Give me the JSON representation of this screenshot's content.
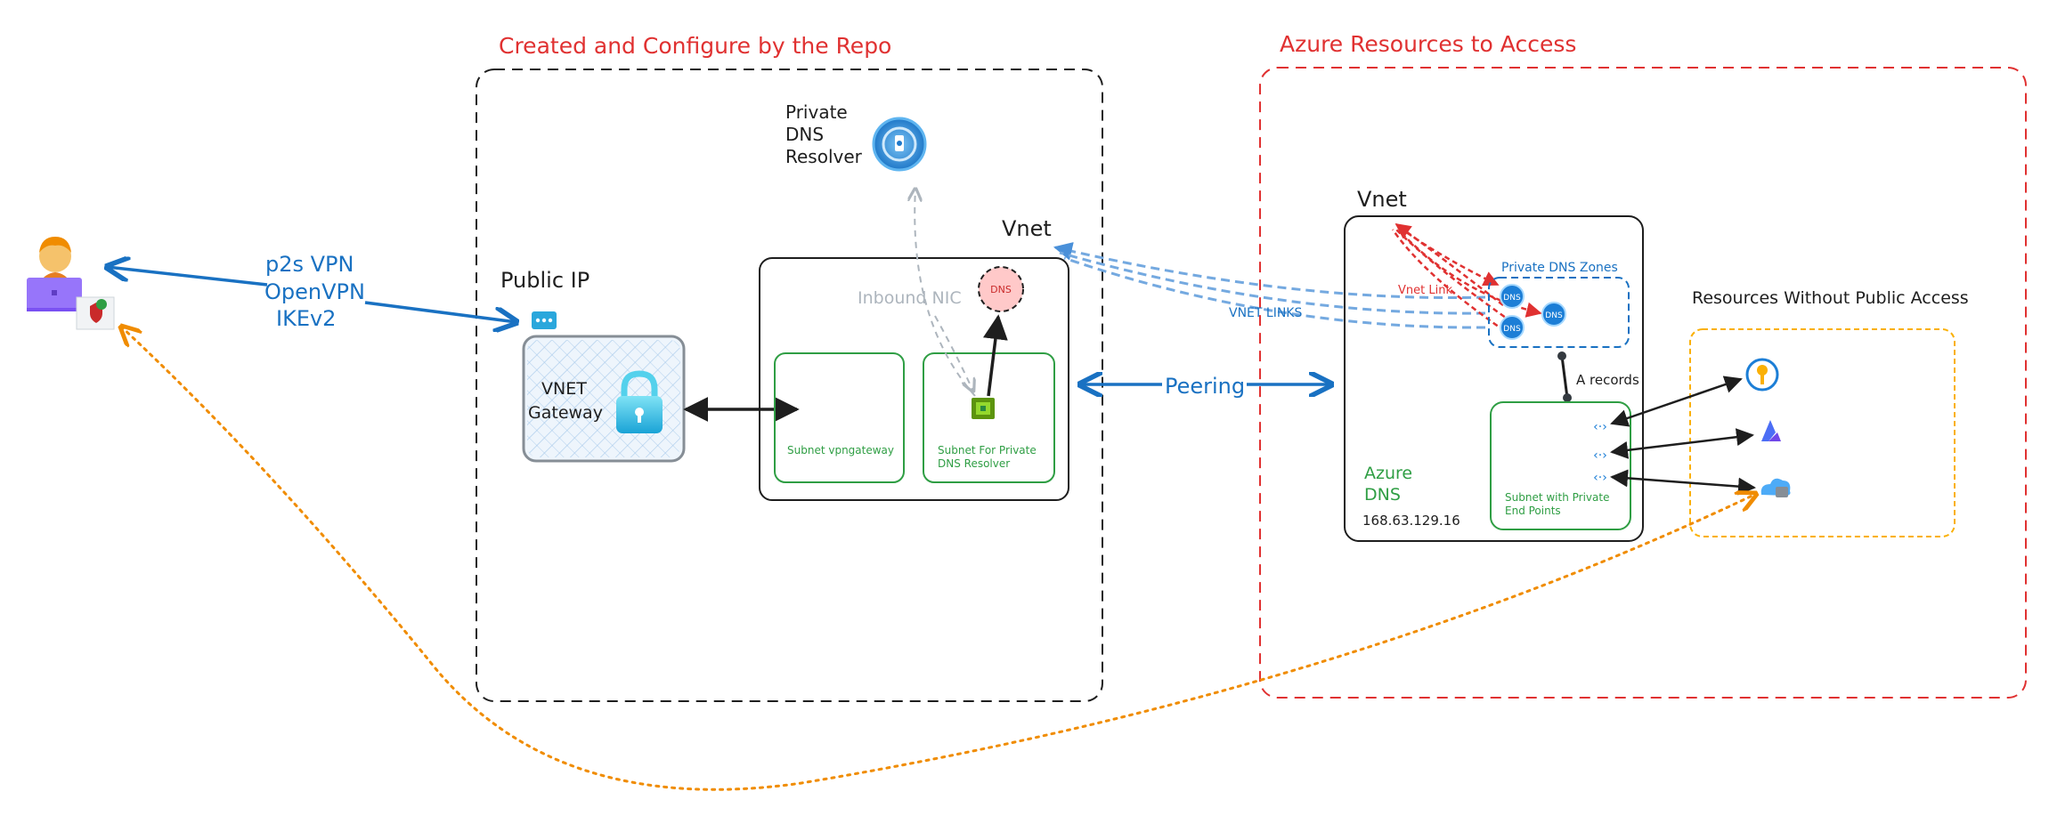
{
  "repo_group": {
    "title": "Created and Configure by the Repo",
    "color": "#e03131"
  },
  "azure_group": {
    "title": "Azure Resources to Access",
    "color": "#e03131"
  },
  "private_dns_resolver": {
    "label_line1": "Private",
    "label_line2": "DNS",
    "label_line3": "Resolver"
  },
  "public_ip": {
    "label": "Public IP"
  },
  "vnet_gateway": {
    "label_line1": "VNET",
    "label_line2": "Gateway"
  },
  "vpn": {
    "line1": "p2s VPN",
    "line2": "OpenVPN",
    "line3": "IKEv2",
    "color": "#1971c2"
  },
  "left_vnet": {
    "label": "Vnet",
    "inbound_nic": "Inbound NIC",
    "dns_badge": "DNS",
    "subnet_vpngateway": "Subnet vpngateway",
    "subnet_resolver_line1": "Subnet For Private",
    "subnet_resolver_line2": "DNS Resolver"
  },
  "peering": {
    "label": "Peering"
  },
  "vnet_links": {
    "label": "VNET LINKS"
  },
  "right_vnet": {
    "label": "Vnet",
    "vnet_link": "Vnet Link",
    "private_dns_zones": "Private DNS Zones",
    "dns_icon_text": "DNS",
    "a_records": "A records",
    "azure_dns_line1": "Azure",
    "azure_dns_line2": "DNS",
    "azure_dns_ip": "168.63.129.16",
    "subnet_pe_line1": "Subnet with Private",
    "subnet_pe_line2": "End Points"
  },
  "resources": {
    "title": "Resources Without Public Access"
  },
  "colors": {
    "blue": "#1971c2",
    "green": "#2f9e44",
    "red": "#e03131",
    "orange": "#f08c00",
    "gray": "#868e96",
    "dark": "#1e1e1e"
  },
  "icons": {
    "user": "user-laptop-icon",
    "shield": "vpn-client-shield-icon",
    "resolver": "private-dns-resolver-icon",
    "public_ip": "public-ip-icon",
    "gateway": "vnet-gateway-lock-icon",
    "nic": "network-interface-icon",
    "key_vault": "key-vault-icon",
    "ai_service": "ai-service-icon",
    "storage": "storage-cloud-icon",
    "endpoint": "private-endpoint-icon"
  }
}
